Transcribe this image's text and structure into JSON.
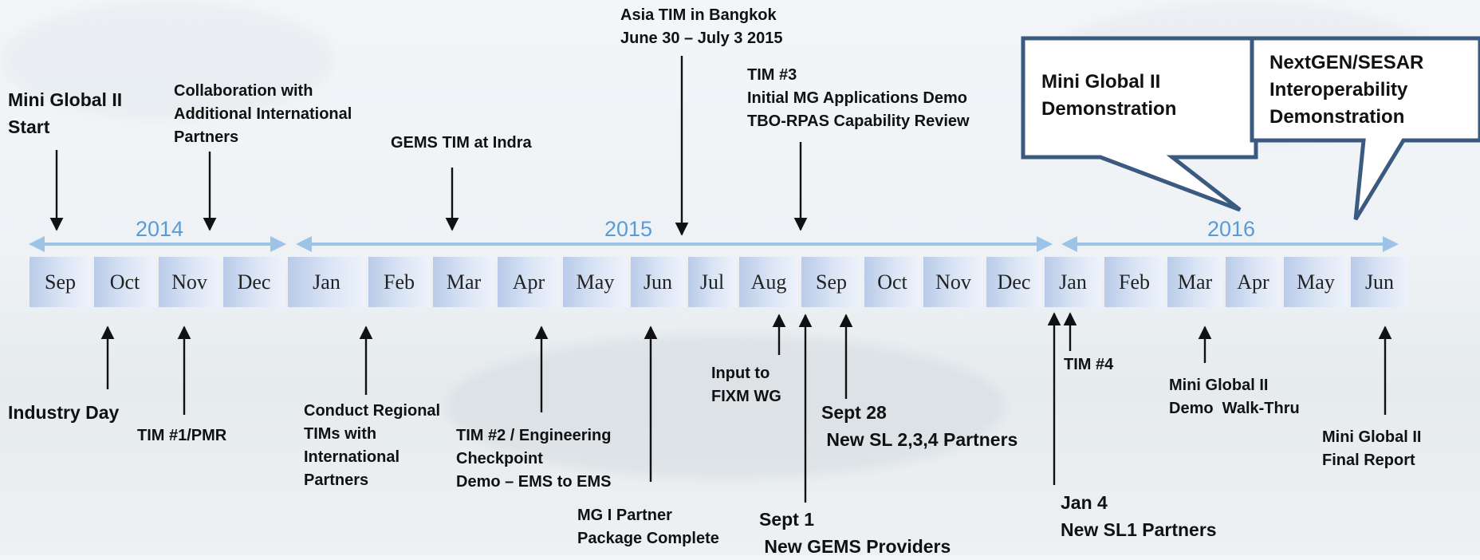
{
  "years": [
    {
      "key": "y2014",
      "label": "2014"
    },
    {
      "key": "y2015",
      "label": "2015"
    },
    {
      "key": "y2016",
      "label": "2016"
    }
  ],
  "months": [
    {
      "key": "2014-09",
      "label": "Sep"
    },
    {
      "key": "2014-10",
      "label": "Oct"
    },
    {
      "key": "2014-11",
      "label": "Nov"
    },
    {
      "key": "2014-12",
      "label": "Dec"
    },
    {
      "key": "2015-01",
      "label": "Jan"
    },
    {
      "key": "2015-02",
      "label": "Feb"
    },
    {
      "key": "2015-03",
      "label": "Mar"
    },
    {
      "key": "2015-04",
      "label": "Apr"
    },
    {
      "key": "2015-05",
      "label": "May"
    },
    {
      "key": "2015-06",
      "label": "Jun"
    },
    {
      "key": "2015-07",
      "label": "Jul"
    },
    {
      "key": "2015-08",
      "label": "Aug"
    },
    {
      "key": "2015-09",
      "label": "Sep"
    },
    {
      "key": "2015-10",
      "label": "Oct"
    },
    {
      "key": "2015-11",
      "label": "Nov"
    },
    {
      "key": "2015-12",
      "label": "Dec"
    },
    {
      "key": "2016-01",
      "label": "Jan"
    },
    {
      "key": "2016-02",
      "label": "Feb"
    },
    {
      "key": "2016-03",
      "label": "Mar"
    },
    {
      "key": "2016-04",
      "label": "Apr"
    },
    {
      "key": "2016-05",
      "label": "May"
    },
    {
      "key": "2016-06",
      "label": "Jun"
    }
  ],
  "events_above": [
    {
      "key": "mini-global-start",
      "text": "Mini Global II\nStart"
    },
    {
      "key": "collaboration",
      "text": "Collaboration with\nAdditional International\nPartners"
    },
    {
      "key": "gems-tim-indra",
      "text": "GEMS TIM at Indra"
    },
    {
      "key": "asia-tim",
      "text": "Asia TIM in Bangkok\nJune 30 – July 3 2015"
    },
    {
      "key": "tim3",
      "text": "TIM #3\nInitial MG Applications Demo\nTBO-RPAS Capability Review"
    }
  ],
  "callouts": [
    {
      "key": "mg2-demo",
      "text": "Mini Global II\nDemonstration"
    },
    {
      "key": "nextgen-sesar",
      "text": "NextGEN/SESAR\nInteroperability\nDemonstration"
    }
  ],
  "events_below": [
    {
      "key": "industry-day",
      "text": "Industry Day"
    },
    {
      "key": "tim1-pmr",
      "text": "TIM #1/PMR"
    },
    {
      "key": "regional-tims",
      "text": "Conduct Regional\nTIMs with\nInternational\nPartners"
    },
    {
      "key": "tim2",
      "text": "TIM #2 / Engineering\nCheckpoint\nDemo – EMS to EMS"
    },
    {
      "key": "mg1-package",
      "text": "MG I Partner\nPackage Complete"
    },
    {
      "key": "fixm-input",
      "text": "Input to\nFIXM WG"
    },
    {
      "key": "sept1",
      "text": "Sept 1\n New GEMS Providers"
    },
    {
      "key": "sept28",
      "text": "Sept 28\n New SL 2,3,4 Partners"
    },
    {
      "key": "jan4",
      "text": "Jan 4\nNew SL1 Partners"
    },
    {
      "key": "tim4",
      "text": "TIM #4"
    },
    {
      "key": "walk-thru",
      "text": "Mini Global II\nDemo  Walk-Thru"
    },
    {
      "key": "final-report",
      "text": "Mini Global II\nFinal Report"
    }
  ],
  "colors": {
    "year_arrow": "#9dc3e6",
    "year_text": "#5b9bd5",
    "callout_border": "#3a5a80",
    "arrow": "#111111"
  }
}
